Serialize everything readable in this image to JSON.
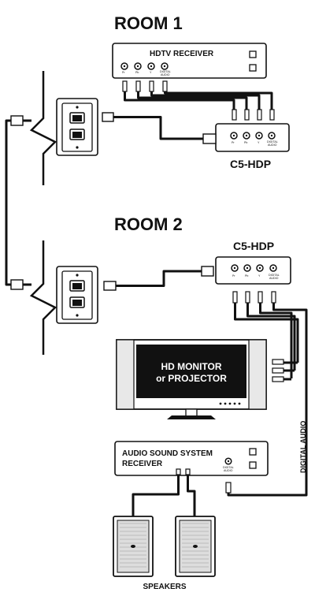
{
  "rooms": {
    "room1": "ROOM 1",
    "room2": "ROOM 2"
  },
  "devices": {
    "hdtv_receiver": "HDTV RECEIVER",
    "c5hdp_room1": "C5-HDP",
    "c5hdp_room2": "C5-HDP",
    "monitor_line1": "HD MONITOR",
    "monitor_line2": "or PROJECTOR",
    "audio_receiver_line1": "AUDIO SOUND SYSTEM",
    "audio_receiver_line2": "RECEIVER",
    "speakers": "SPEAKERS"
  },
  "port_labels": {
    "pr": "Pr",
    "pb": "Pb",
    "y": "Y",
    "digital": "DIGITAL",
    "audio": "AUDIO"
  },
  "cable_labels": {
    "digital_audio": "DIGITAL AUDIO"
  }
}
